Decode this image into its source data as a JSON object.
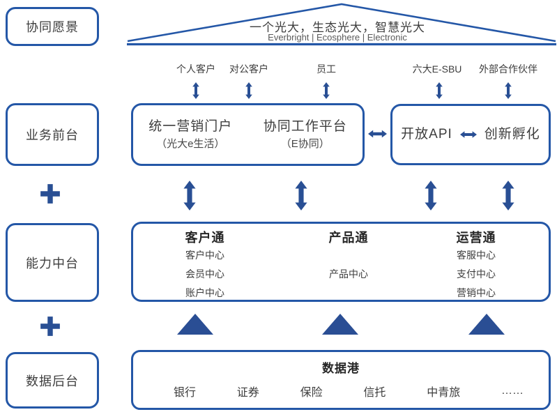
{
  "colors": {
    "accent_border": "#2457a7",
    "navy_fill": "#294f94",
    "text": "#3d3d3d",
    "heading": "#262626"
  },
  "rows": {
    "vision": {
      "label": "协同愿景"
    },
    "front": {
      "label": "业务前台"
    },
    "middle": {
      "label": "能力中台"
    },
    "back": {
      "label": "数据后台"
    }
  },
  "roof": {
    "title": "一个光大，生态光大，智慧光大",
    "subtitle": "Everbright | Ecosphere | Electronic"
  },
  "channels": [
    "个人客户",
    "对公客户",
    "员工",
    "六大E-SBU",
    "外部合作伙伴"
  ],
  "front_platforms": {
    "portal_title": "统一营销门户",
    "portal_subtitle": "（光大e生活）",
    "collab_title": "协同工作平台",
    "collab_subtitle": "（E协同）",
    "open_api": "开放API",
    "incubation": "创新孵化"
  },
  "capability": {
    "columns": [
      {
        "header": "客户通",
        "items": [
          "客户中心",
          "会员中心",
          "账户中心"
        ]
      },
      {
        "header": "产品通",
        "items": [
          "产品中心"
        ]
      },
      {
        "header": "运营通",
        "items": [
          "客服中心",
          "支付中心",
          "营销中心"
        ]
      }
    ]
  },
  "data_port": {
    "title": "数据港",
    "items": [
      "银行",
      "证券",
      "保险",
      "信托",
      "中青旅",
      "……"
    ]
  }
}
